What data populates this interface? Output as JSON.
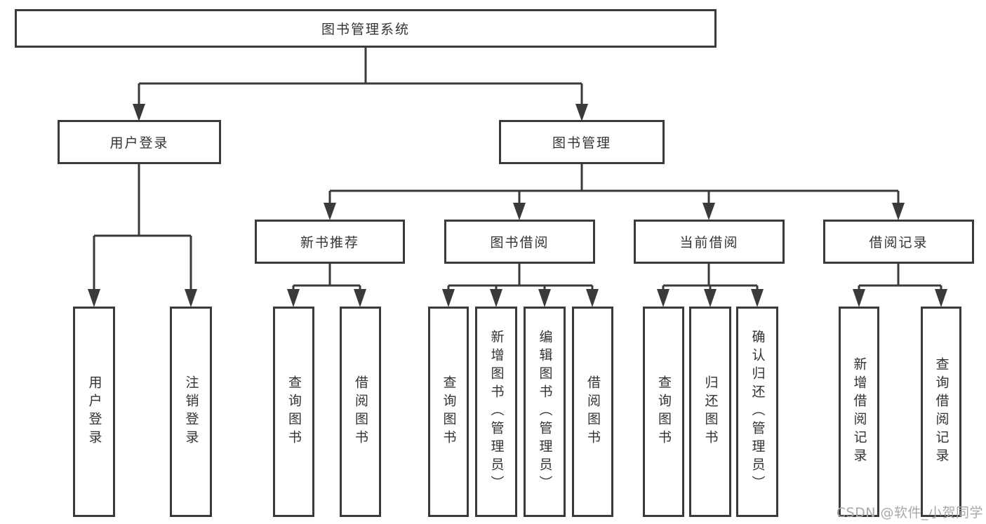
{
  "colors": {
    "background": "#ffffff",
    "box_border": "#3a3a3a",
    "connector_line": "#3a3a3a",
    "text": "#333333",
    "watermark": "#a8a8a8"
  },
  "watermark": "CSDN @软件_小贺同学",
  "nodes": {
    "root": "图书管理系统",
    "user_login": "用户登录",
    "book_mgmt": "图书管理",
    "new_book_rec": "新书推荐",
    "book_borrow": "图书借阅",
    "current_borrow": "当前借阅",
    "borrow_records": "借阅记录",
    "leaf_user_login": "用户登录",
    "leaf_logout": "注销登录",
    "leaf_query_book_1": "查询图书",
    "leaf_borrow_book_1": "借阅图书",
    "leaf_query_book_2": "查询图书",
    "leaf_add_book": "新增图书（管理员）",
    "leaf_edit_book": "编辑图书（管理员）",
    "leaf_borrow_book_2": "借阅图书",
    "leaf_query_book_3": "查询图书",
    "leaf_return_book": "归还图书",
    "leaf_confirm_return": "确认归还（管理员）",
    "leaf_add_record": "新增借阅记录",
    "leaf_query_record": "查询借阅记录"
  },
  "tree": {
    "label": "图书管理系统",
    "children": [
      {
        "label": "用户登录",
        "children": [
          {
            "label": "用户登录"
          },
          {
            "label": "注销登录"
          }
        ]
      },
      {
        "label": "图书管理",
        "children": [
          {
            "label": "新书推荐",
            "children": [
              {
                "label": "查询图书"
              },
              {
                "label": "借阅图书"
              }
            ]
          },
          {
            "label": "图书借阅",
            "children": [
              {
                "label": "查询图书"
              },
              {
                "label": "新增图书（管理员）"
              },
              {
                "label": "编辑图书（管理员）"
              },
              {
                "label": "借阅图书"
              }
            ]
          },
          {
            "label": "当前借阅",
            "children": [
              {
                "label": "查询图书"
              },
              {
                "label": "归还图书"
              },
              {
                "label": "确认归还（管理员）"
              }
            ]
          },
          {
            "label": "借阅记录",
            "children": [
              {
                "label": "新增借阅记录"
              },
              {
                "label": "查询借阅记录"
              }
            ]
          }
        ]
      }
    ]
  }
}
